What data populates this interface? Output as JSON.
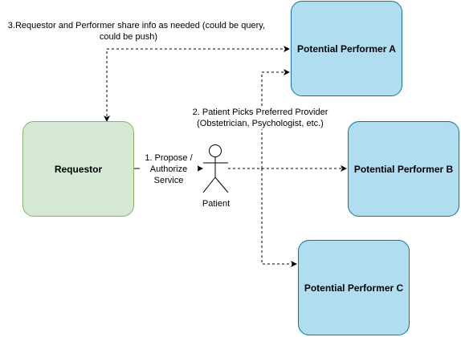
{
  "nodes": {
    "requestor": "Requestor",
    "performer_a": "Potential Performer A",
    "performer_b": "Potential Performer B",
    "performer_c": "Potential Performer C",
    "patient": "Patient"
  },
  "edges": {
    "share_info_line1": "3.Requestor and Performer share info as needed (could be query,",
    "share_info_line2": "could be push)",
    "propose_authorize": "1. Propose /\nAuthorize\nService",
    "patient_picks": "2. Patient Picks Preferred Provider\n(Obstetrician, Psychologist, etc.)"
  },
  "colors": {
    "requestor_fill": "#d5e8d4",
    "requestor_stroke": "#82b366",
    "performer_fill": "#b1ddf0",
    "performer_stroke": "#10739e"
  }
}
